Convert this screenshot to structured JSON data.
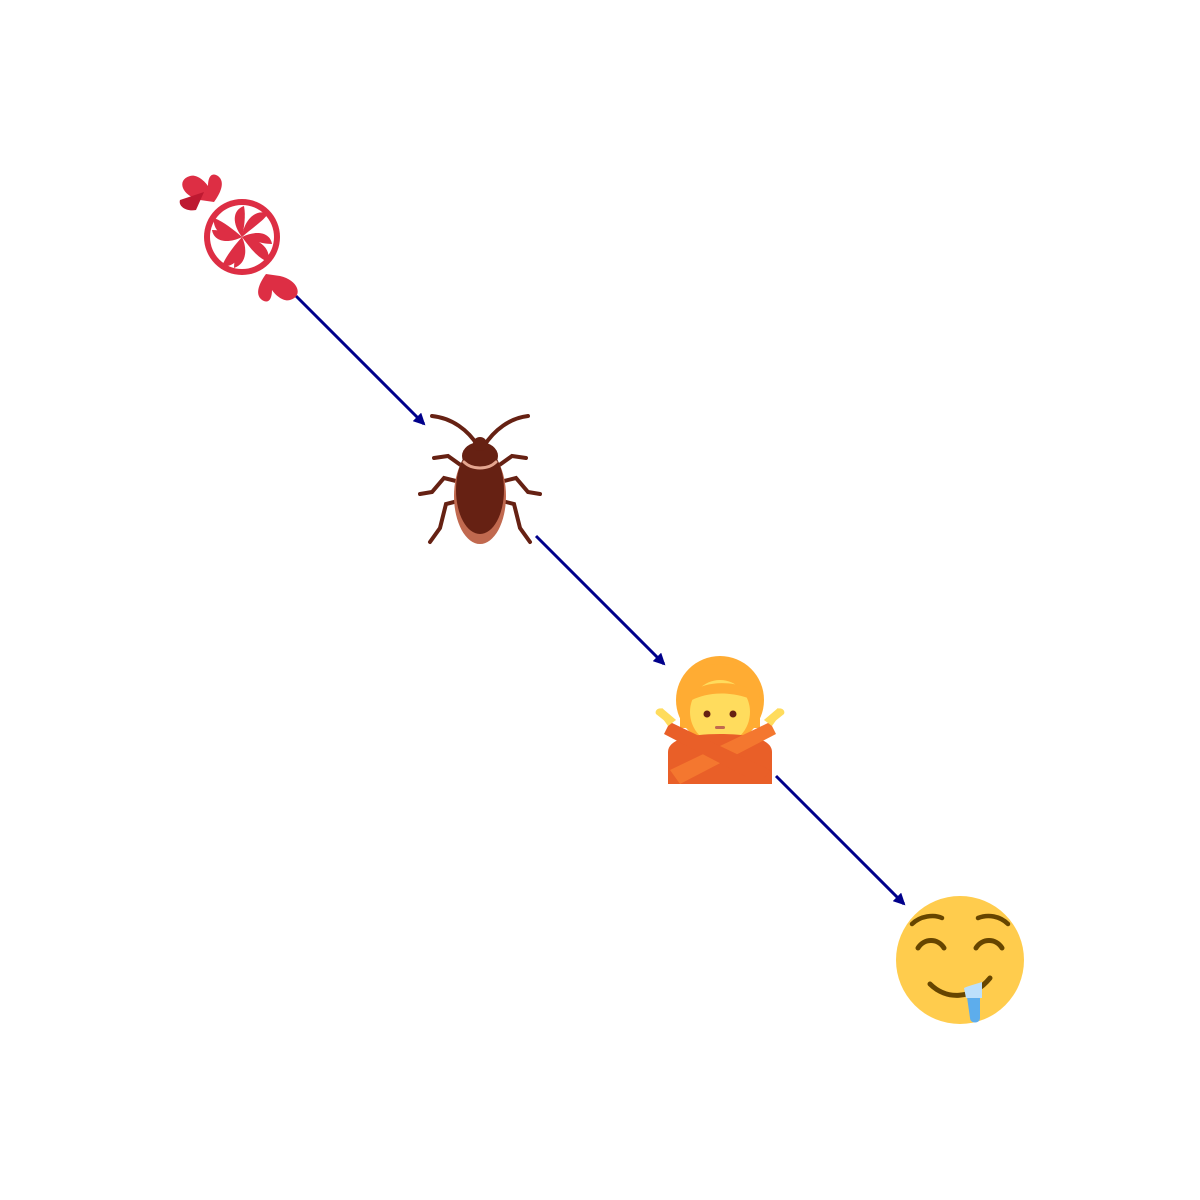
{
  "diagram": {
    "type": "emoji-chain",
    "arrow_color": "#00008b",
    "nodes": [
      {
        "id": "candy",
        "icon": "candy-icon"
      },
      {
        "id": "cockroach",
        "icon": "cockroach-icon"
      },
      {
        "id": "no-gesture",
        "icon": "person-gesturing-no-icon"
      },
      {
        "id": "drooling",
        "icon": "drooling-face-icon"
      }
    ],
    "edges": [
      {
        "from": "candy",
        "to": "cockroach"
      },
      {
        "from": "cockroach",
        "to": "no-gesture"
      },
      {
        "from": "no-gesture",
        "to": "drooling"
      }
    ]
  }
}
